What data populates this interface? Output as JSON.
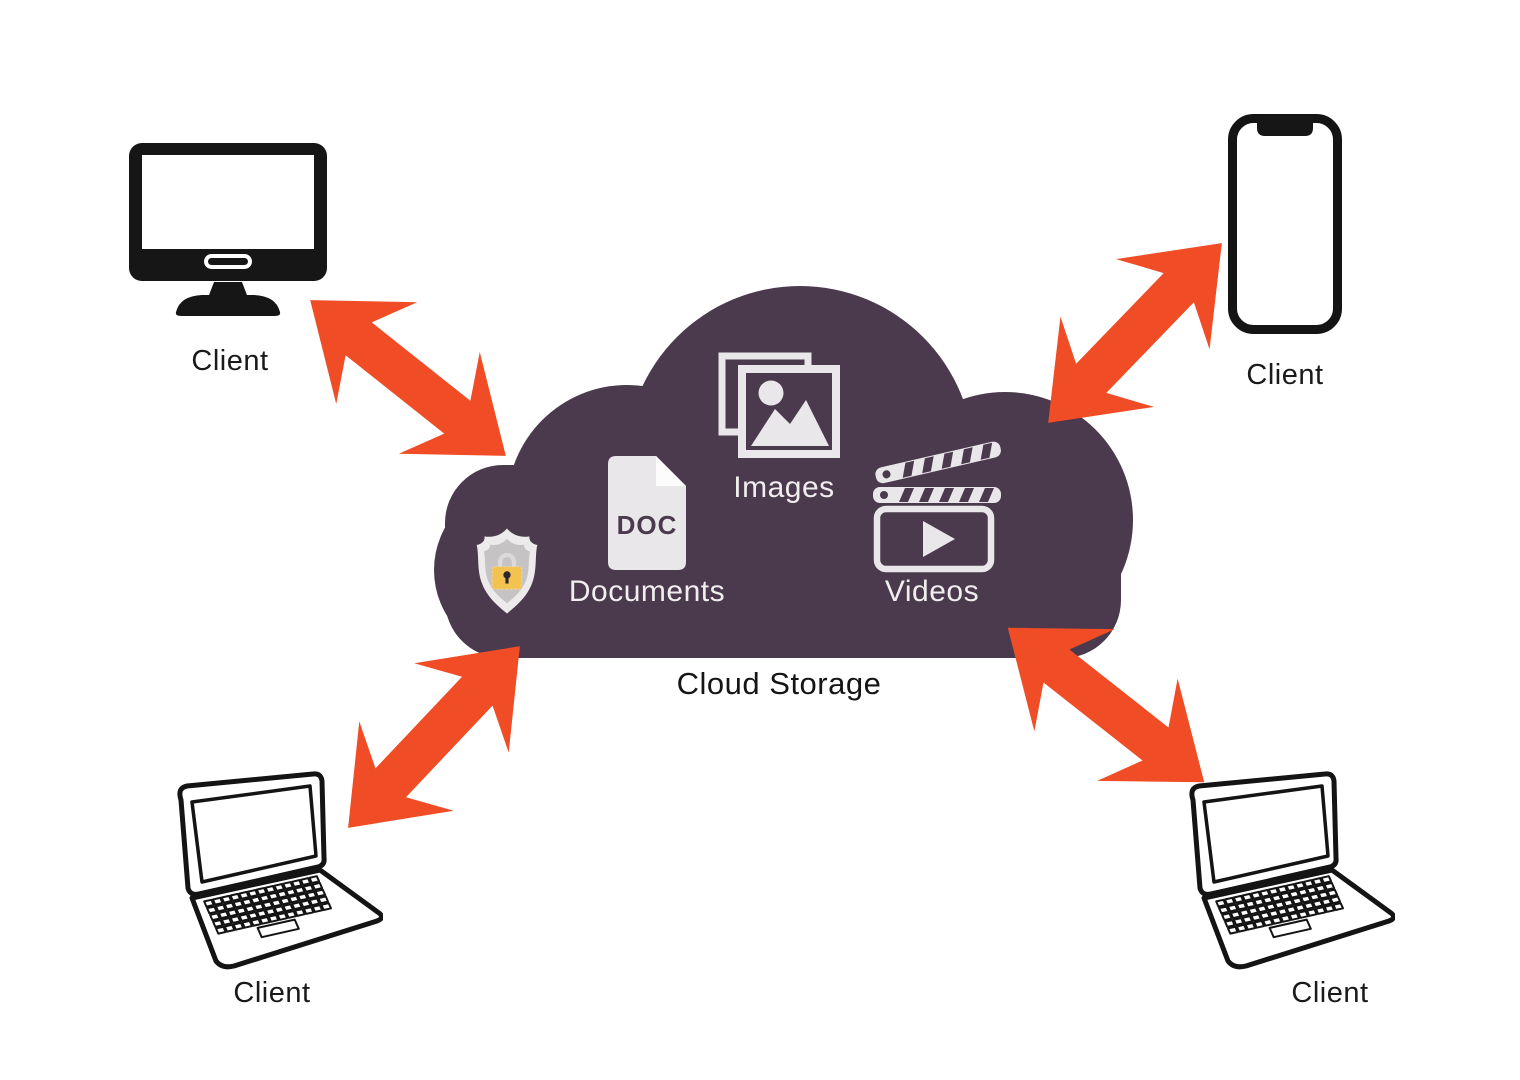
{
  "diagram": {
    "title": "Cloud Storage",
    "cloud": {
      "label": "Cloud Storage",
      "security": {
        "icon": "shield-lock-icon"
      },
      "items": [
        {
          "name": "documents",
          "label": "Documents",
          "badge": "DOC",
          "icon": "doc-file-icon"
        },
        {
          "name": "images",
          "label": "Images",
          "icon": "images-icon"
        },
        {
          "name": "videos",
          "label": "Videos",
          "icon": "clapperboard-icon"
        }
      ]
    },
    "clients": [
      {
        "label": "Client",
        "device": "desktop-computer",
        "position": "top-left"
      },
      {
        "label": "Client",
        "device": "smartphone",
        "position": "top-right"
      },
      {
        "label": "Client",
        "device": "laptop",
        "position": "bottom-left"
      },
      {
        "label": "Client",
        "device": "laptop",
        "position": "bottom-right"
      }
    ],
    "connections": [
      {
        "from": "client-top-left",
        "to": "cloud",
        "style": "double-headed-arrow"
      },
      {
        "from": "client-top-right",
        "to": "cloud",
        "style": "double-headed-arrow"
      },
      {
        "from": "client-bottom-left",
        "to": "cloud",
        "style": "double-headed-arrow"
      },
      {
        "from": "client-bottom-right",
        "to": "cloud",
        "style": "double-headed-arrow"
      }
    ]
  },
  "colors": {
    "cloud_fill": "#4B3A4D",
    "arrow_orange": "#F04C25",
    "icon_light": "#E9E7E9",
    "device_black": "#161616",
    "label_dark": "#1A1A1A",
    "label_light": "#F0EEEF",
    "lock_gold": "#F4C24F",
    "lock_keyhole": "#2F2532",
    "shield_outer": "#ECEAEB",
    "shield_inner": "#C6C3C5"
  }
}
